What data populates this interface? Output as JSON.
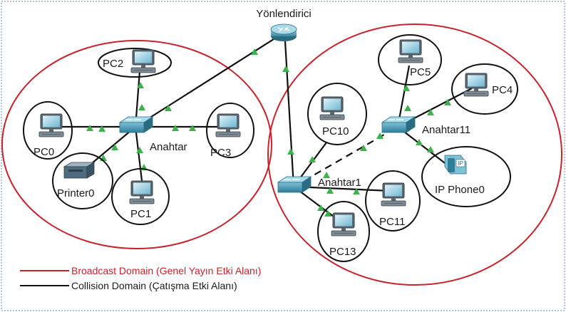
{
  "router": {
    "label": "Yönlendirici"
  },
  "switches": {
    "left": "Anahtar",
    "right_bottom": "Anahtar1",
    "right_top": "Anahtar11"
  },
  "devices": {
    "pc0": "PC0",
    "pc1": "PC1",
    "pc2": "PC2",
    "pc3": "PC3",
    "printer0": "Printer0",
    "pc4": "PC4",
    "pc5": "PC5",
    "pc10": "PC10",
    "pc11": "PC11",
    "pc13": "PC13",
    "ipphone0": "IP Phone0",
    "ip_badge": "IP"
  },
  "legend": {
    "broadcast": "Broadcast Domain (Genel Yayın Etki Alanı)",
    "collision": "Collision Domain (Çatışma Etki Alanı)"
  },
  "colors": {
    "broadcast": "#c8222a",
    "collision": "#111111",
    "link_light": "#3bb34a",
    "switch": "#3f8fa8",
    "frame_border": "#8fb3d9"
  }
}
